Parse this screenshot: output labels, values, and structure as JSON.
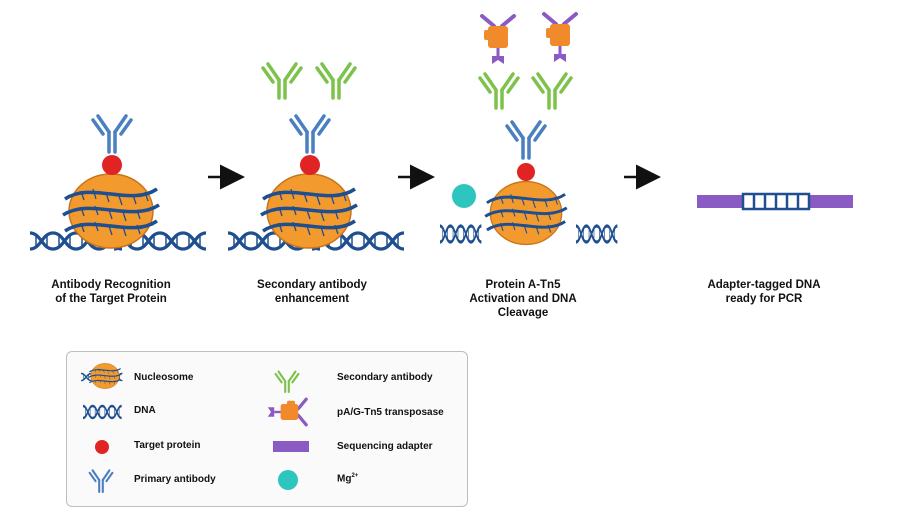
{
  "steps": [
    {
      "caption": "Antibody Recognition\nof the Target Protein"
    },
    {
      "caption": "Secondary antibody\nenhancement"
    },
    {
      "caption": "Protein A-Tn5\nActivation and DNA\nCleavage"
    },
    {
      "caption": "Adapter-tagged DNA\nready for PCR"
    }
  ],
  "legend": {
    "nucleosome": "Nucleosome",
    "dna": "DNA",
    "target_protein": "Target protein",
    "primary_antibody": "Primary antibody",
    "secondary_antibody": "Secondary antibody",
    "transposase": "pA/G-Tn5 transposase",
    "sequencing_adapter": "Sequencing adapter",
    "mg_base": "Mg",
    "mg_sup": "2+"
  },
  "colors": {
    "nucleosome": "#F39A2E",
    "dna": "#1F4F8F",
    "target_protein": "#E02424",
    "primary_antibody": "#4A7FC0",
    "secondary_antibody": "#7DC24B",
    "transposase_body": "#F08A2A",
    "transposase_arms": "#8A5BC2",
    "adapter": "#8A5BC2",
    "mg_ion": "#2EC4C0",
    "arrow": "#111111"
  }
}
